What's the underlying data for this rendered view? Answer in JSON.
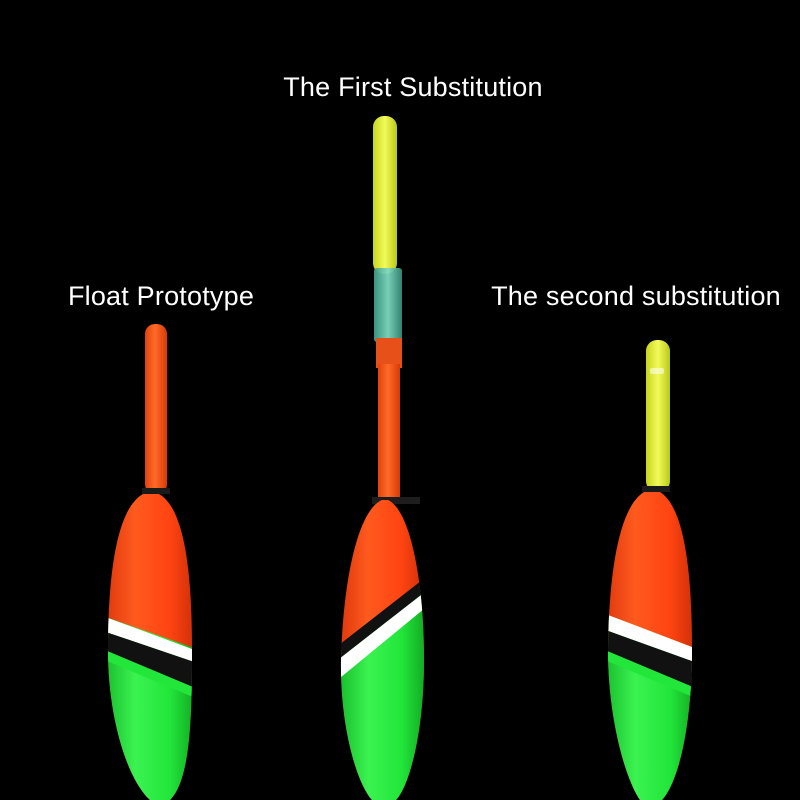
{
  "labels": {
    "center": "The First Substitution",
    "left": "Float Prototype",
    "right": "The second substitution"
  },
  "colors": {
    "background": "#000000",
    "label_text": "#ffffff",
    "body_orange": "#ff4a14",
    "body_green": "#22e63a",
    "stripe_white": "#ffffff",
    "stripe_black": "#111111",
    "antenna_orange": "#ff5a1a",
    "glow_yellow": "#e4f53a",
    "clear_sleeve": "#5fc6a8"
  },
  "floats": [
    {
      "name": "float-prototype",
      "antenna": "orange-antenna"
    },
    {
      "name": "first-substitution",
      "antenna": "glow-stick-antenna"
    },
    {
      "name": "second-substitution",
      "antenna": "glow-stick-antenna"
    }
  ]
}
